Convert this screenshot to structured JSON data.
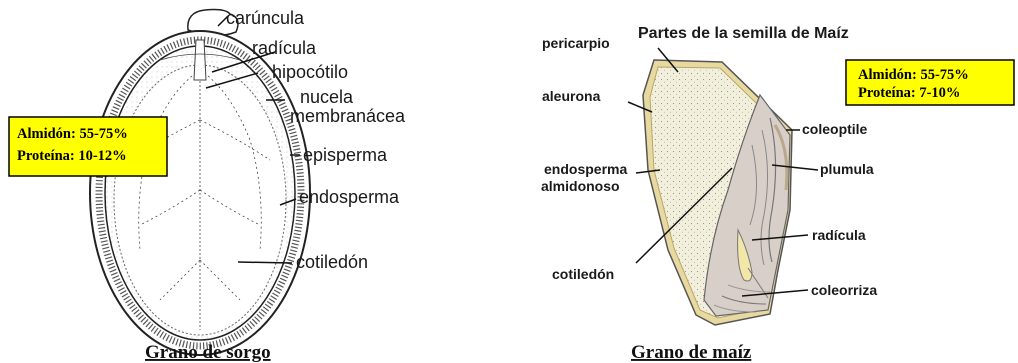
{
  "sorgo": {
    "labels": {
      "caruncula": "carúncula",
      "radicula": "radícula",
      "hipocotilo": "hipocótilo",
      "nucela": "nucela",
      "membranacea": "membranácea",
      "episperma": "episperma",
      "endosperma": "endosperma",
      "cotiledon": "cotiledón"
    },
    "info_box": {
      "line1": "Almidón: 55-75%",
      "line2": "Proteína: 10-12%"
    },
    "caption": "Grano de sorgo"
  },
  "maiz": {
    "title": "Partes de la semilla de Maíz",
    "labels": {
      "pericarpio": "pericarpio",
      "aleurona": "aleurona",
      "endosperma_1": "endosperma",
      "endosperma_2": "almidonoso",
      "coleoptile": "coleoptile",
      "plumula": "plumula",
      "radicula": "radícula",
      "cotiledon": "cotiledón",
      "coleorriza": "coleorriza"
    },
    "info_box": {
      "line1": "Almidón: 55-75%",
      "line2": "Proteína: 7-10%"
    },
    "caption": "Grano de maíz"
  },
  "colors": {
    "box_fill": "#ffff00",
    "box_border": "#000000",
    "pericarp": "#e8d9a0",
    "endosperm": "#f2f0dc",
    "embryo": "#d9cfc9"
  }
}
